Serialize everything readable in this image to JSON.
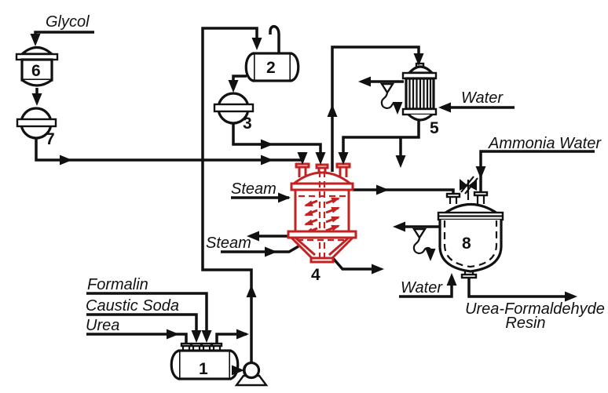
{
  "labels": {
    "glycol": "Glycol",
    "formalin": "Formalin",
    "caustic_soda": "Caustic Soda",
    "urea": "Urea",
    "steam_upper": "Steam",
    "steam_lower": "Steam",
    "water_condenser": "Water",
    "ammonia_water": "Ammonia Water",
    "water_dilution": "Water",
    "product_line1": "Urea-Formaldehyde",
    "product_line2": "Resin"
  },
  "equipment": {
    "unit1": "1",
    "unit2": "2",
    "unit3": "3",
    "unit4": "4",
    "unit5": "5",
    "unit6": "6",
    "unit7": "7",
    "unit8": "8"
  },
  "colors": {
    "line": "#111111",
    "accent_red": "#c32222",
    "background": "#ffffff"
  }
}
